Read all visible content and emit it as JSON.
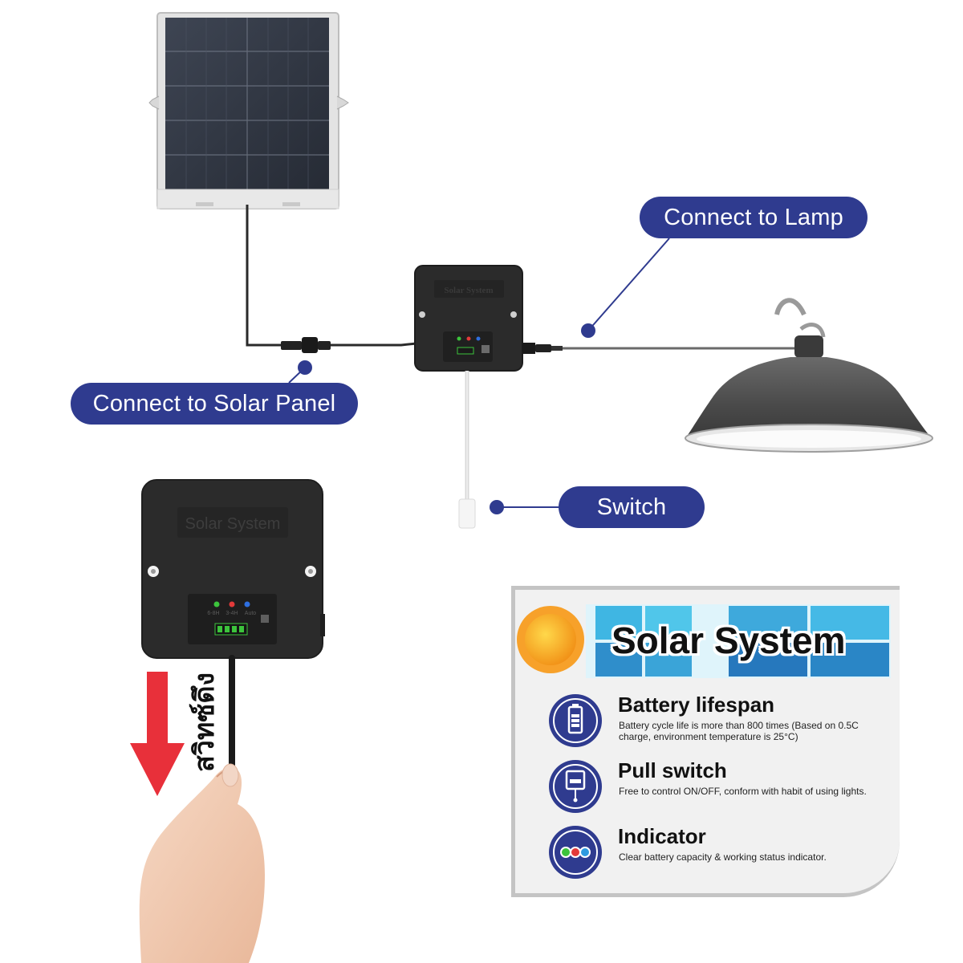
{
  "callouts": {
    "lamp": "Connect to Lamp",
    "solar_panel": "Connect to Solar Panel",
    "switch": "Switch"
  },
  "device": {
    "box_label": "Solar System",
    "indicator_labels": [
      "6-8H",
      "3-4H",
      "Auto"
    ]
  },
  "pull_instruction": "สวิทซ์ดึง",
  "info_card": {
    "title": "Solar System",
    "features": [
      {
        "title": "Battery lifespan",
        "description": "Battery cycle life is more than 800 times (Based on 0.5C charge, environment temperature is 25°C)",
        "icon": "battery-icon"
      },
      {
        "title": "Pull switch",
        "description": "Free to control ON/OFF, conform with habit of using lights.",
        "icon": "pull-switch-icon"
      },
      {
        "title": "Indicator",
        "description": "Clear battery capacity & working status indicator.",
        "icon": "indicator-lights-icon"
      }
    ]
  },
  "colors": {
    "callout_bg": "#2f3b8f",
    "arrow_red": "#e8303a",
    "device_body": "#2b2b2b",
    "indicator_green": "#3cc43c",
    "indicator_red": "#e33a3a",
    "indicator_blue": "#2e6fe0"
  }
}
